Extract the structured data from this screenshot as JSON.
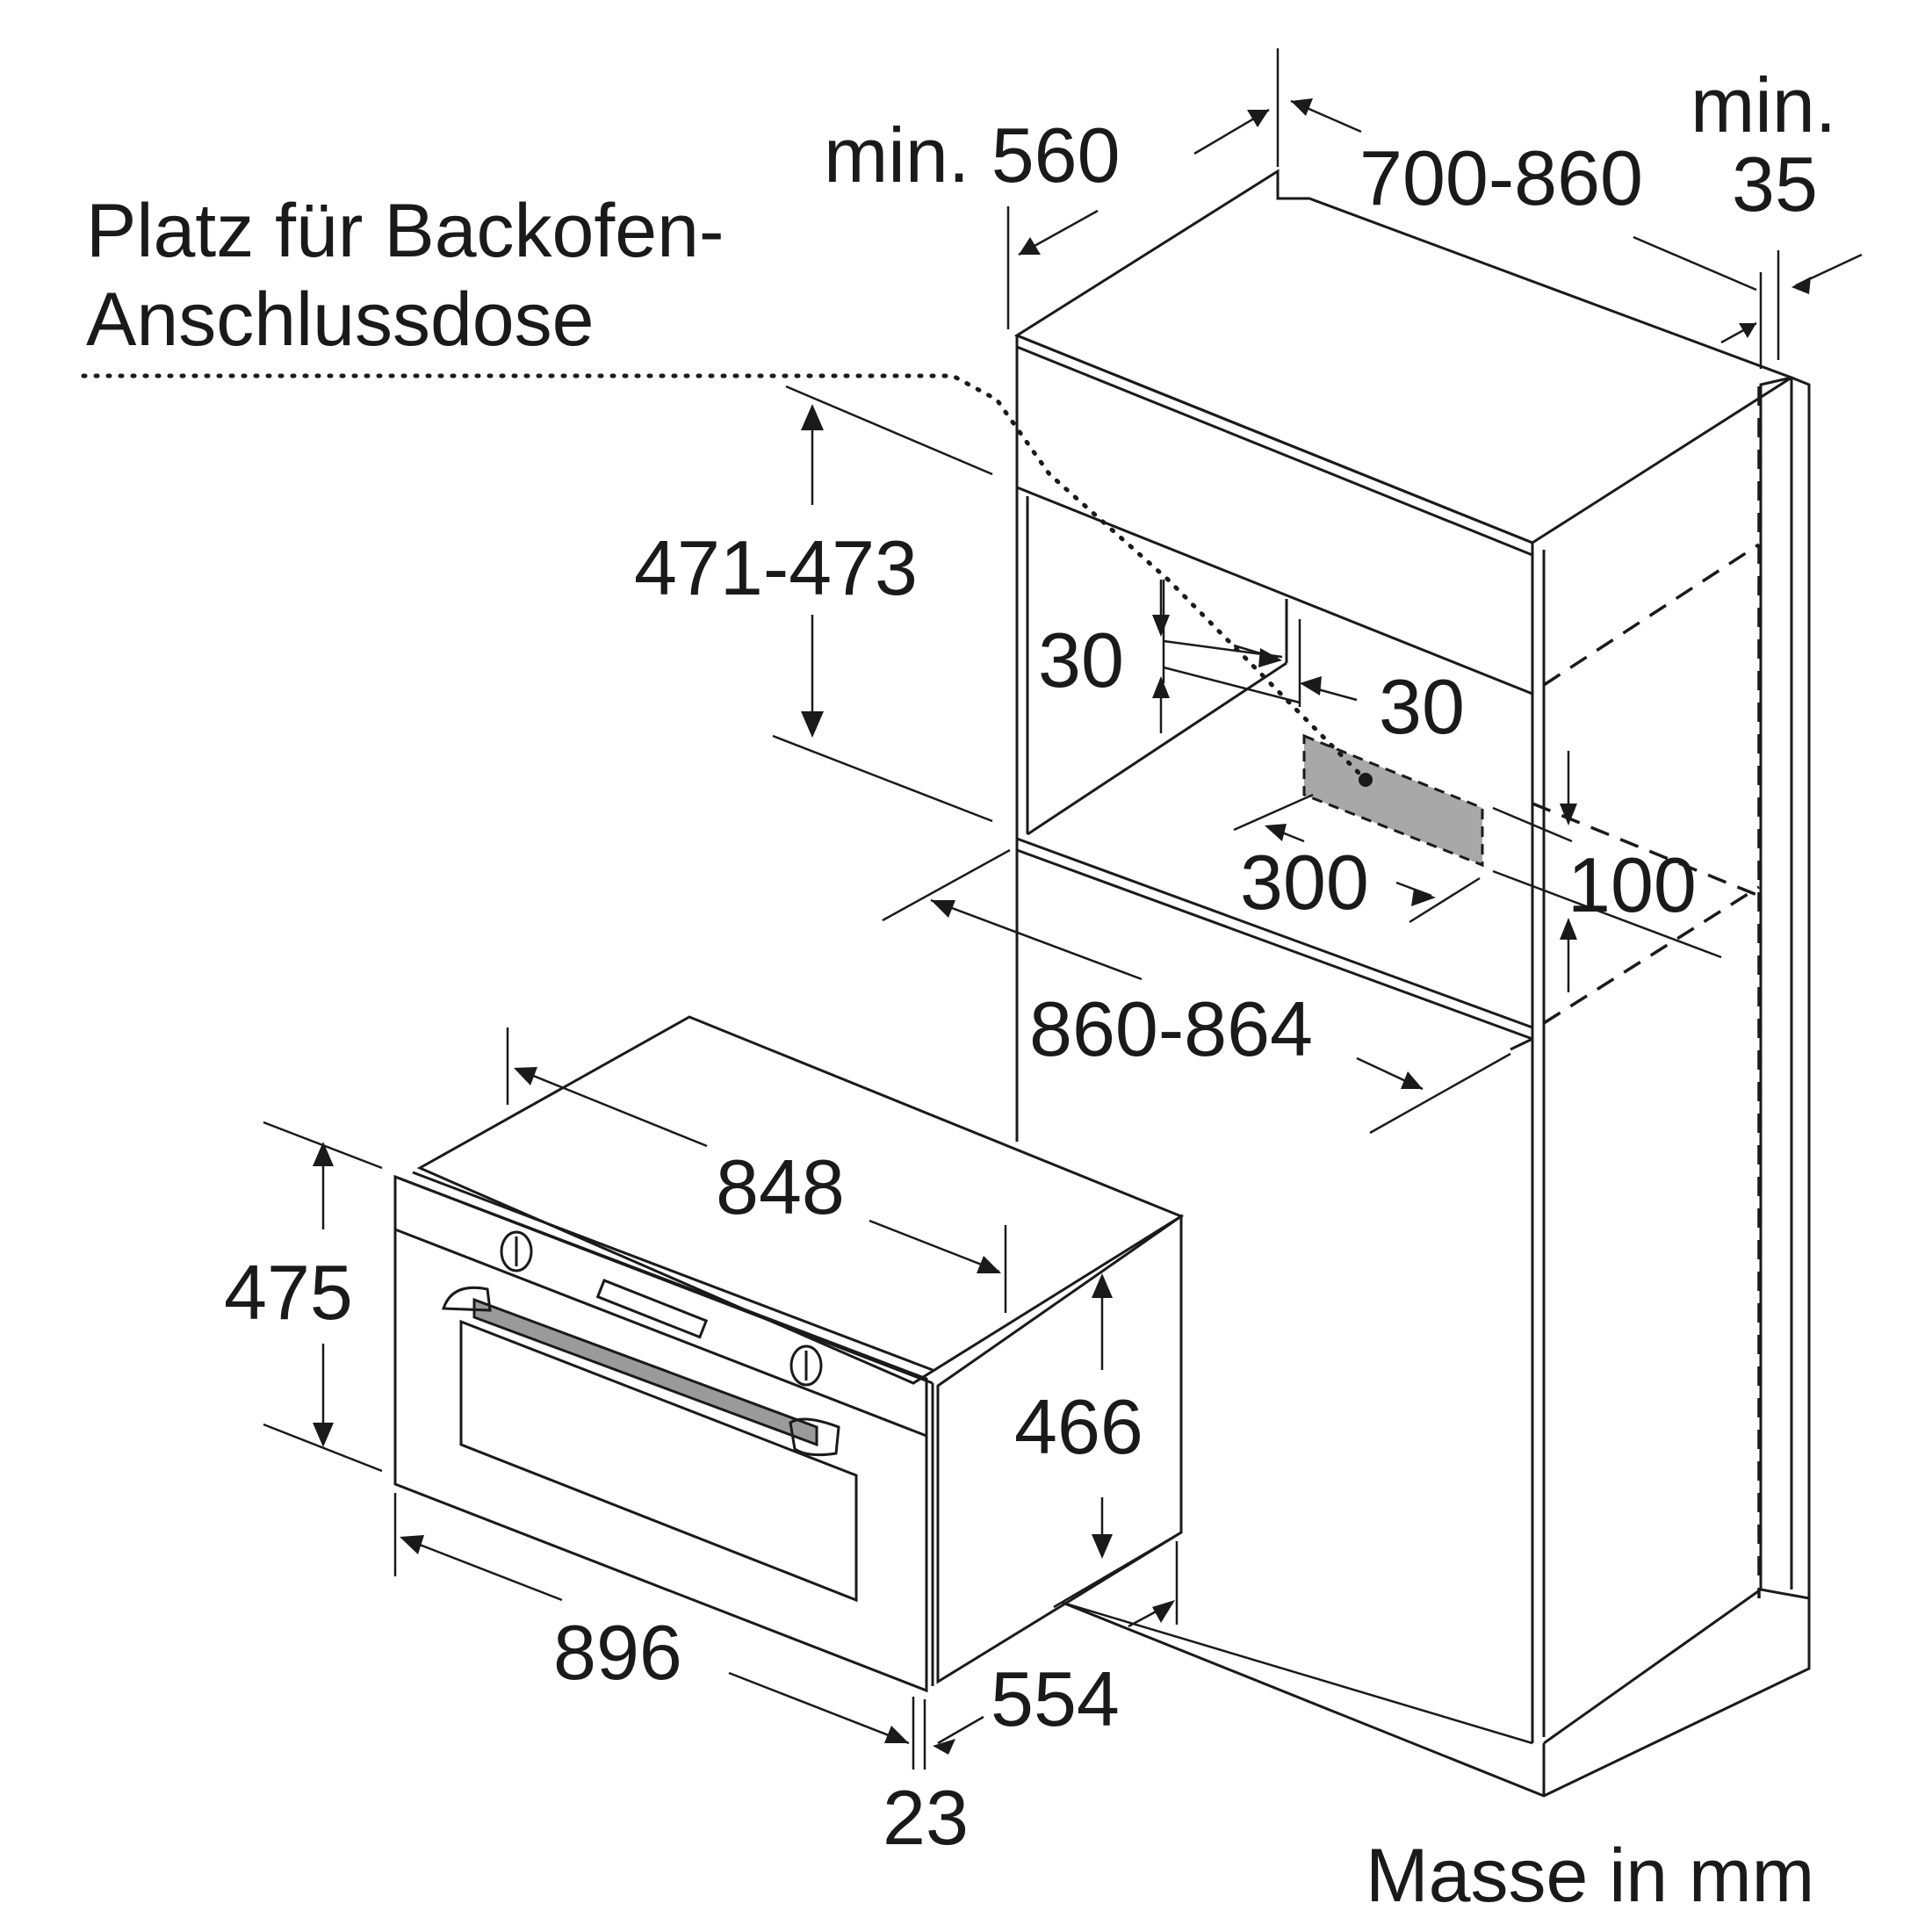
{
  "labels": {
    "socket_line1": "Platz für Backofen-",
    "socket_line2": "Anschlussdose",
    "units": "Masse in mm"
  },
  "dimensions": {
    "depth_min": "min. 560",
    "height_range": "700-860",
    "gap_min_word": "min.",
    "gap_min_value": "35",
    "niche_height": "471-473",
    "offset_top": "30",
    "offset_side": "30",
    "socket_width": "300",
    "socket_height": "100",
    "niche_width": "860-864",
    "oven_body_width": "848",
    "oven_front_height": "475",
    "oven_body_height": "466",
    "oven_front_width": "896",
    "oven_depth": "554",
    "front_thickness": "23"
  }
}
